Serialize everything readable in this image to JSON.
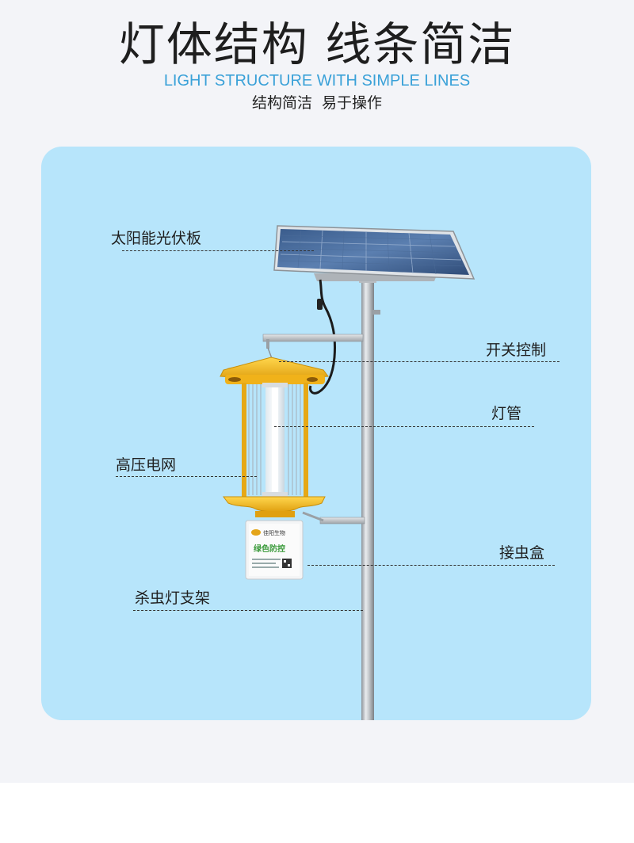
{
  "header": {
    "title": "灯体结构 线条简洁",
    "subtitle_en": "LIGHT STRUCTURE WITH SIMPLE LINES",
    "subtitle_cn": "结构简洁  易于操作"
  },
  "product": {
    "brand_text": "佳阳生物",
    "box_text": "绿色防控"
  },
  "labels": {
    "solar_panel": "太阳能光伏板",
    "switch_control": "开关控制",
    "lamp_tube": "灯管",
    "high_voltage_grid": "高压电网",
    "collection_box": "接虫盒",
    "lamp_stand": "杀虫灯支架"
  },
  "colors": {
    "panel_background": "#b7e5fb",
    "accent_blue": "#3aa1d8",
    "lamp_yellow": "#f5b820"
  }
}
